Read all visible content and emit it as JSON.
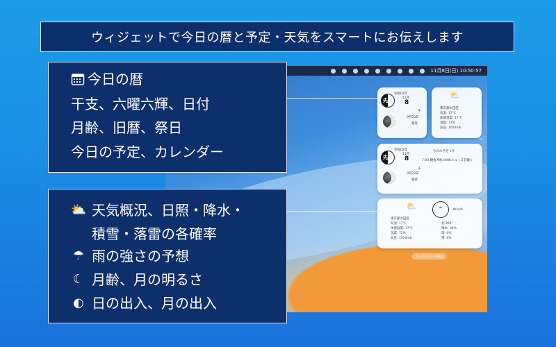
{
  "banner": "ウィジェットで今日の暦と予定・天気をスマートにお伝えします",
  "panel_calendar": {
    "title": "今日の暦",
    "lines": [
      "干支、六曜六輝、日付",
      "月齢、旧暦、祭日",
      "今日の予定、カレンダー"
    ]
  },
  "panel_weather": {
    "line1": "天気概況、日照・降水・",
    "line2": "積雪・落雷の各確率",
    "line3": "雨の強さの予想",
    "line4": "月齢、月の明るさ",
    "line5": "日の出入、月の出入"
  },
  "menubar": {
    "datetime": "11月8日(日)  10:50:57"
  },
  "widgets": {
    "era": "令和02年",
    "month": "11月",
    "day": "8",
    "rokuyo": "先勝",
    "eto": "子",
    "lunar_date": "9月23日",
    "moon_name": "霜月",
    "location": "東京都大田区",
    "temp": "気温: 17°C",
    "feels": "体感温度: 17°C",
    "humidity": "湿度: 72%",
    "pressure": "気圧: 1010mb",
    "event_header": "今日の予定 1件",
    "event_item": "7:00  朝会7時にNHKニュースを聴く",
    "wind_speed": "4Km/h",
    "wind_dir": "北 360°",
    "sunshine": "晴れ: 84%",
    "rain": "雨: 0%",
    "snow": "雪: 0%",
    "edit_label": "ウィジェットを編集",
    "side_number": "24"
  },
  "icons": [
    "calendar-icon",
    "sun-cloud-icon",
    "umbrella-icon",
    "crescent-moon-icon",
    "moon-icon"
  ]
}
